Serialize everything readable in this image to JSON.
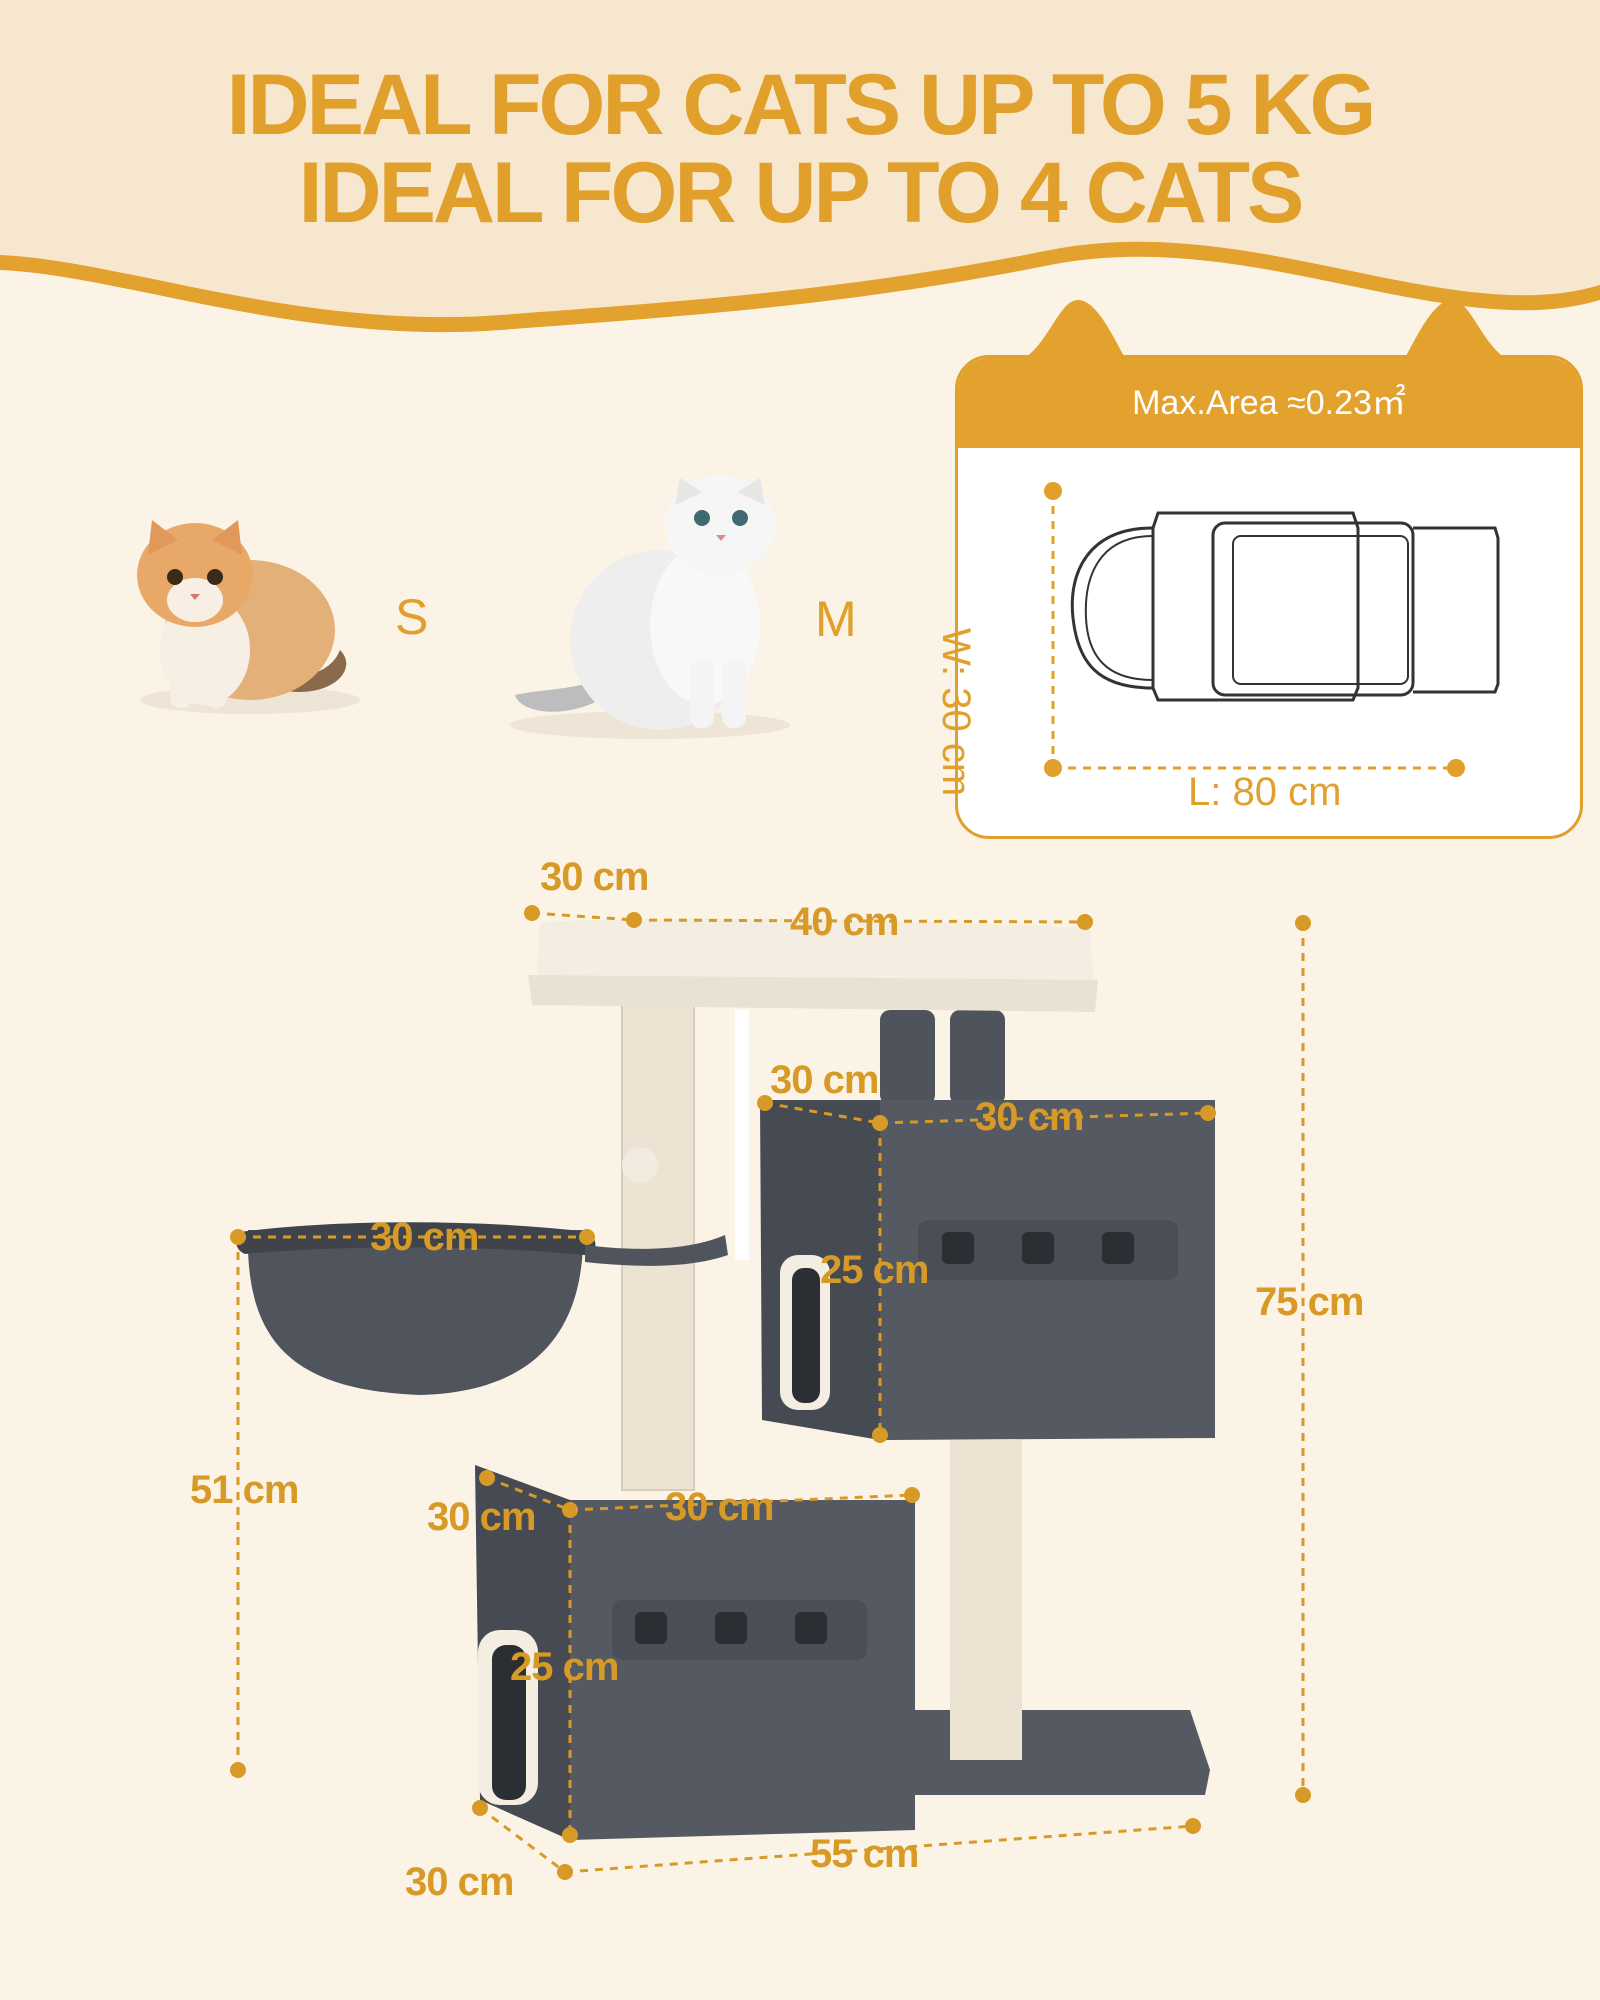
{
  "headline": {
    "line1": "IDEAL FOR CATS UP TO 5 KG",
    "line2": "IDEAL FOR UP TO 4 CATS"
  },
  "cat_sizes": [
    {
      "label": "S"
    },
    {
      "label": "M"
    }
  ],
  "area_card": {
    "title": "Max.Area ≈0.23㎡",
    "width_label": "W: 30 cm",
    "length_label": "L: 80 cm"
  },
  "dimensions": {
    "top_depth": "30 cm",
    "top_width": "40 cm",
    "total_height": "75 cm",
    "upper_box_depth": "30 cm",
    "upper_box_width": "30 cm",
    "upper_box_height": "25 cm",
    "basket_width": "30 cm",
    "basket_height": "51 cm",
    "lower_box_depth": "30 cm",
    "lower_box_width": "30 cm",
    "lower_box_height": "25 cm",
    "base_width": "55 cm",
    "base_depth": "30 cm"
  },
  "colors": {
    "accent": "#e0a02b",
    "background": "#fbf3e6",
    "plush_gray": "#4e535c",
    "plush_cream": "#f3ede2",
    "sisal": "#ece3d2"
  }
}
